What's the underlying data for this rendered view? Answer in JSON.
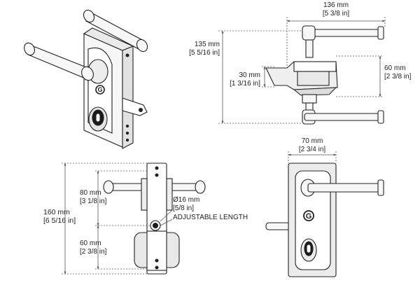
{
  "dimensions": {
    "top_width": {
      "mm": "136 mm",
      "inch": "[5 3/8 in]"
    },
    "top_height": {
      "mm": "135 mm",
      "inch": "[5 5/16 in]"
    },
    "plate_thickness": {
      "mm": "30 mm",
      "inch": "[1 3/16 in]"
    },
    "handle_offset": {
      "mm": "60 mm",
      "inch": "[2 3/8 in]"
    },
    "front_width": {
      "mm": "70 mm",
      "inch": "[2 3/4 in]"
    },
    "handle_to_cylinder": {
      "mm": "80 mm",
      "inch": "[3 1/8 in]"
    },
    "overall_height": {
      "mm": "160 mm",
      "inch": "[6 5/16 in]"
    },
    "cylinder_to_bottom": {
      "mm": "60 mm",
      "inch": "[2 3/8 in]"
    },
    "spindle_diameter": {
      "mm": "Ø16 mm",
      "inch": "[5/8 in]"
    },
    "adjustable_length": "ADJUSTABLE LENGTH"
  },
  "logo_letter": "G",
  "colors": {
    "line": "#333333",
    "dim": "#555555",
    "fill": "#f4f4f4",
    "dark": "#1a1a1a"
  }
}
